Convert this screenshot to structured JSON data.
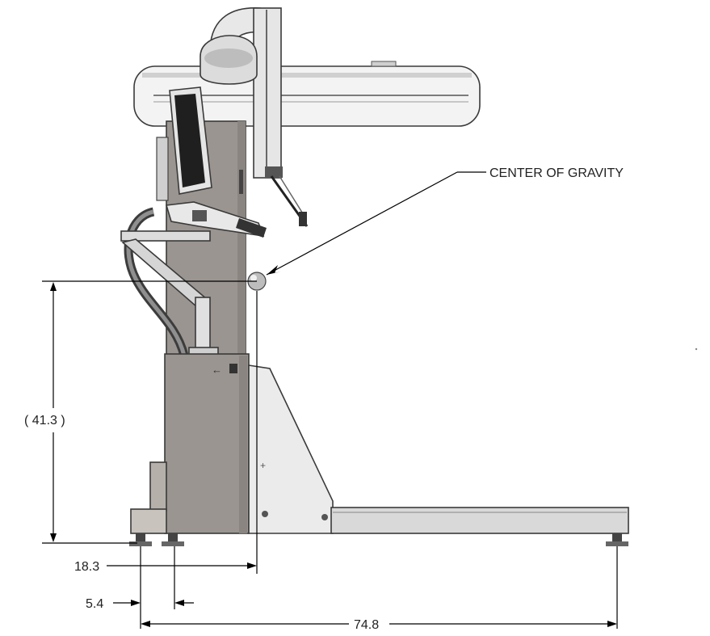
{
  "labels": {
    "center_of_gravity": "CENTER OF GRAVITY",
    "height_dim": "( 41.3 )",
    "dim_18_3": "18.3",
    "dim_5_4": "5.4",
    "dim_74_8": "74.8"
  },
  "colors": {
    "column_gray": "#9a9590",
    "light_panel": "#eeeeee",
    "base_bar": "#d9d9d9",
    "line": "#000000",
    "outline": "#3a3a3a"
  },
  "icons": {
    "cog_marker": "cog-sphere-icon"
  }
}
